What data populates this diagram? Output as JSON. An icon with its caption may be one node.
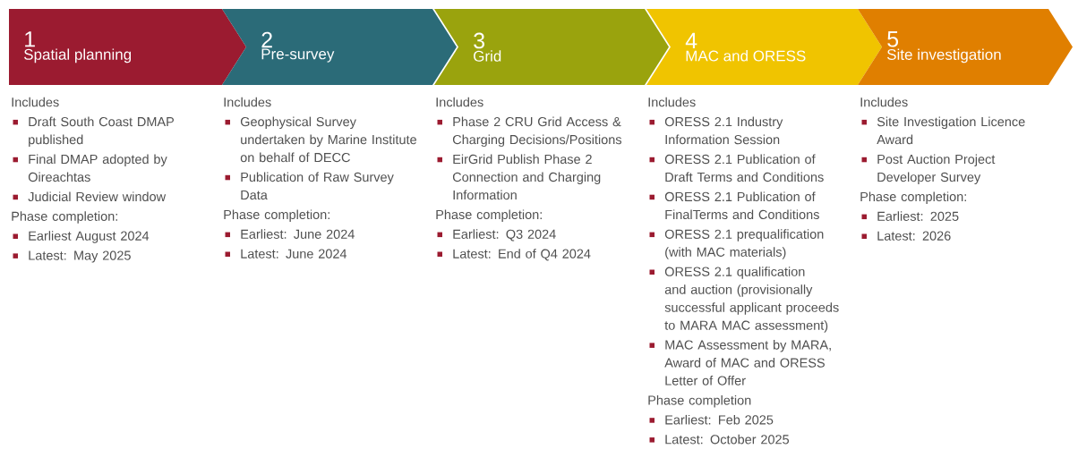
{
  "diagram": {
    "nodes": [
      {
        "text": [
          "1",
          "Spatial planning"
        ],
        "beside": [
          "Includes",
          "Draft South Coast DMAP published",
          "Final DMAP adopted by Oireachtas",
          "Judicial Review window",
          "Phase completion:",
          "Earliest August 2024",
          "Latest: May 2025"
        ]
      },
      {
        "text": [
          "2",
          "Pre-survey"
        ],
        "beside": [
          "Includes",
          "Geophysical Survey undertaken by Marine Institute on behalf of DECC",
          "Publication of Raw Survey Data",
          "Phase completion:",
          "Earliest: June 2024",
          "Latest: June 2024"
        ]
      },
      {
        "text": [
          "3",
          "Grid"
        ],
        "beside": [
          "Includes",
          "Phase 2 CRU Grid Access & Charging Decisions/Positions",
          "EirGrid Publish Phase 2 Connection and Charging Information",
          "Phase completion:",
          "Earliest: Q3 2024",
          "Latest: End of Q4 2024"
        ]
      },
      {
        "text": [
          "4",
          "MAC and ORESS"
        ],
        "beside": [
          "Includes",
          "ORESS 2.1 Industry Information Session",
          "ORESS 2.1 Publication of Draft Terms and Conditions",
          "ORESS 2.1 Publication of FinalTerms and Conditions",
          "ORESS 2.1 prequalification (with MAC materials)",
          "ORESS 2.1 qualification and auction (provisionally successful applicant proceeds to MARA MAC assessment)",
          "MAC Assessment by MARA, Award of MAC and ORESS Letter of Offer",
          "Phase completion",
          "Earliest: Feb 2025",
          "Latest: October 2025"
        ]
      },
      {
        "text": [
          "5",
          "Site investigation"
        ],
        "beside": [
          "Includes",
          "Site Investigation Licence Award",
          "Post Auction Project Developer Survey",
          "Phase completion:",
          "Earliest: 2025",
          "Latest: 2026"
        ]
      }
    ]
  }
}
